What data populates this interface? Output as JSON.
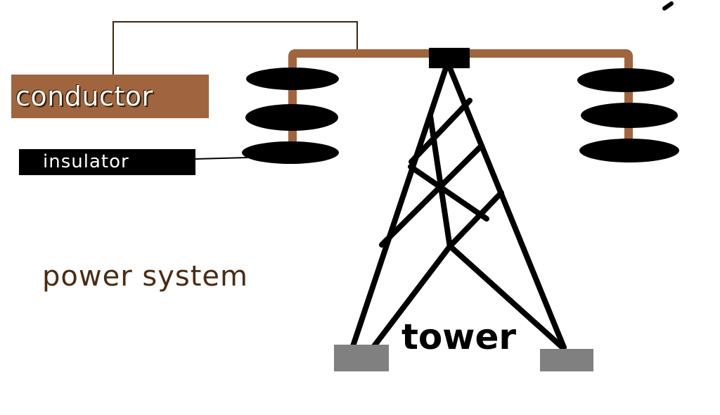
{
  "diagram": {
    "title": "power system",
    "labels": {
      "conductor": "conductor",
      "insulator": "insulator",
      "tower": "tower"
    },
    "components": [
      {
        "name": "conductor",
        "kind": "crossarm line"
      },
      {
        "name": "insulator-string-left",
        "kind": "insulator stack",
        "discs": 3
      },
      {
        "name": "insulator-string-right",
        "kind": "insulator stack",
        "discs": 3
      },
      {
        "name": "tower",
        "kind": "lattice tower"
      },
      {
        "name": "foundation-left",
        "kind": "footing"
      },
      {
        "name": "foundation-right",
        "kind": "footing"
      }
    ],
    "colors": {
      "conductor": "#a0653f",
      "insulator": "#000000",
      "tower": "#000000",
      "foundation": "#808080",
      "title_text": "#4a2c14"
    }
  }
}
